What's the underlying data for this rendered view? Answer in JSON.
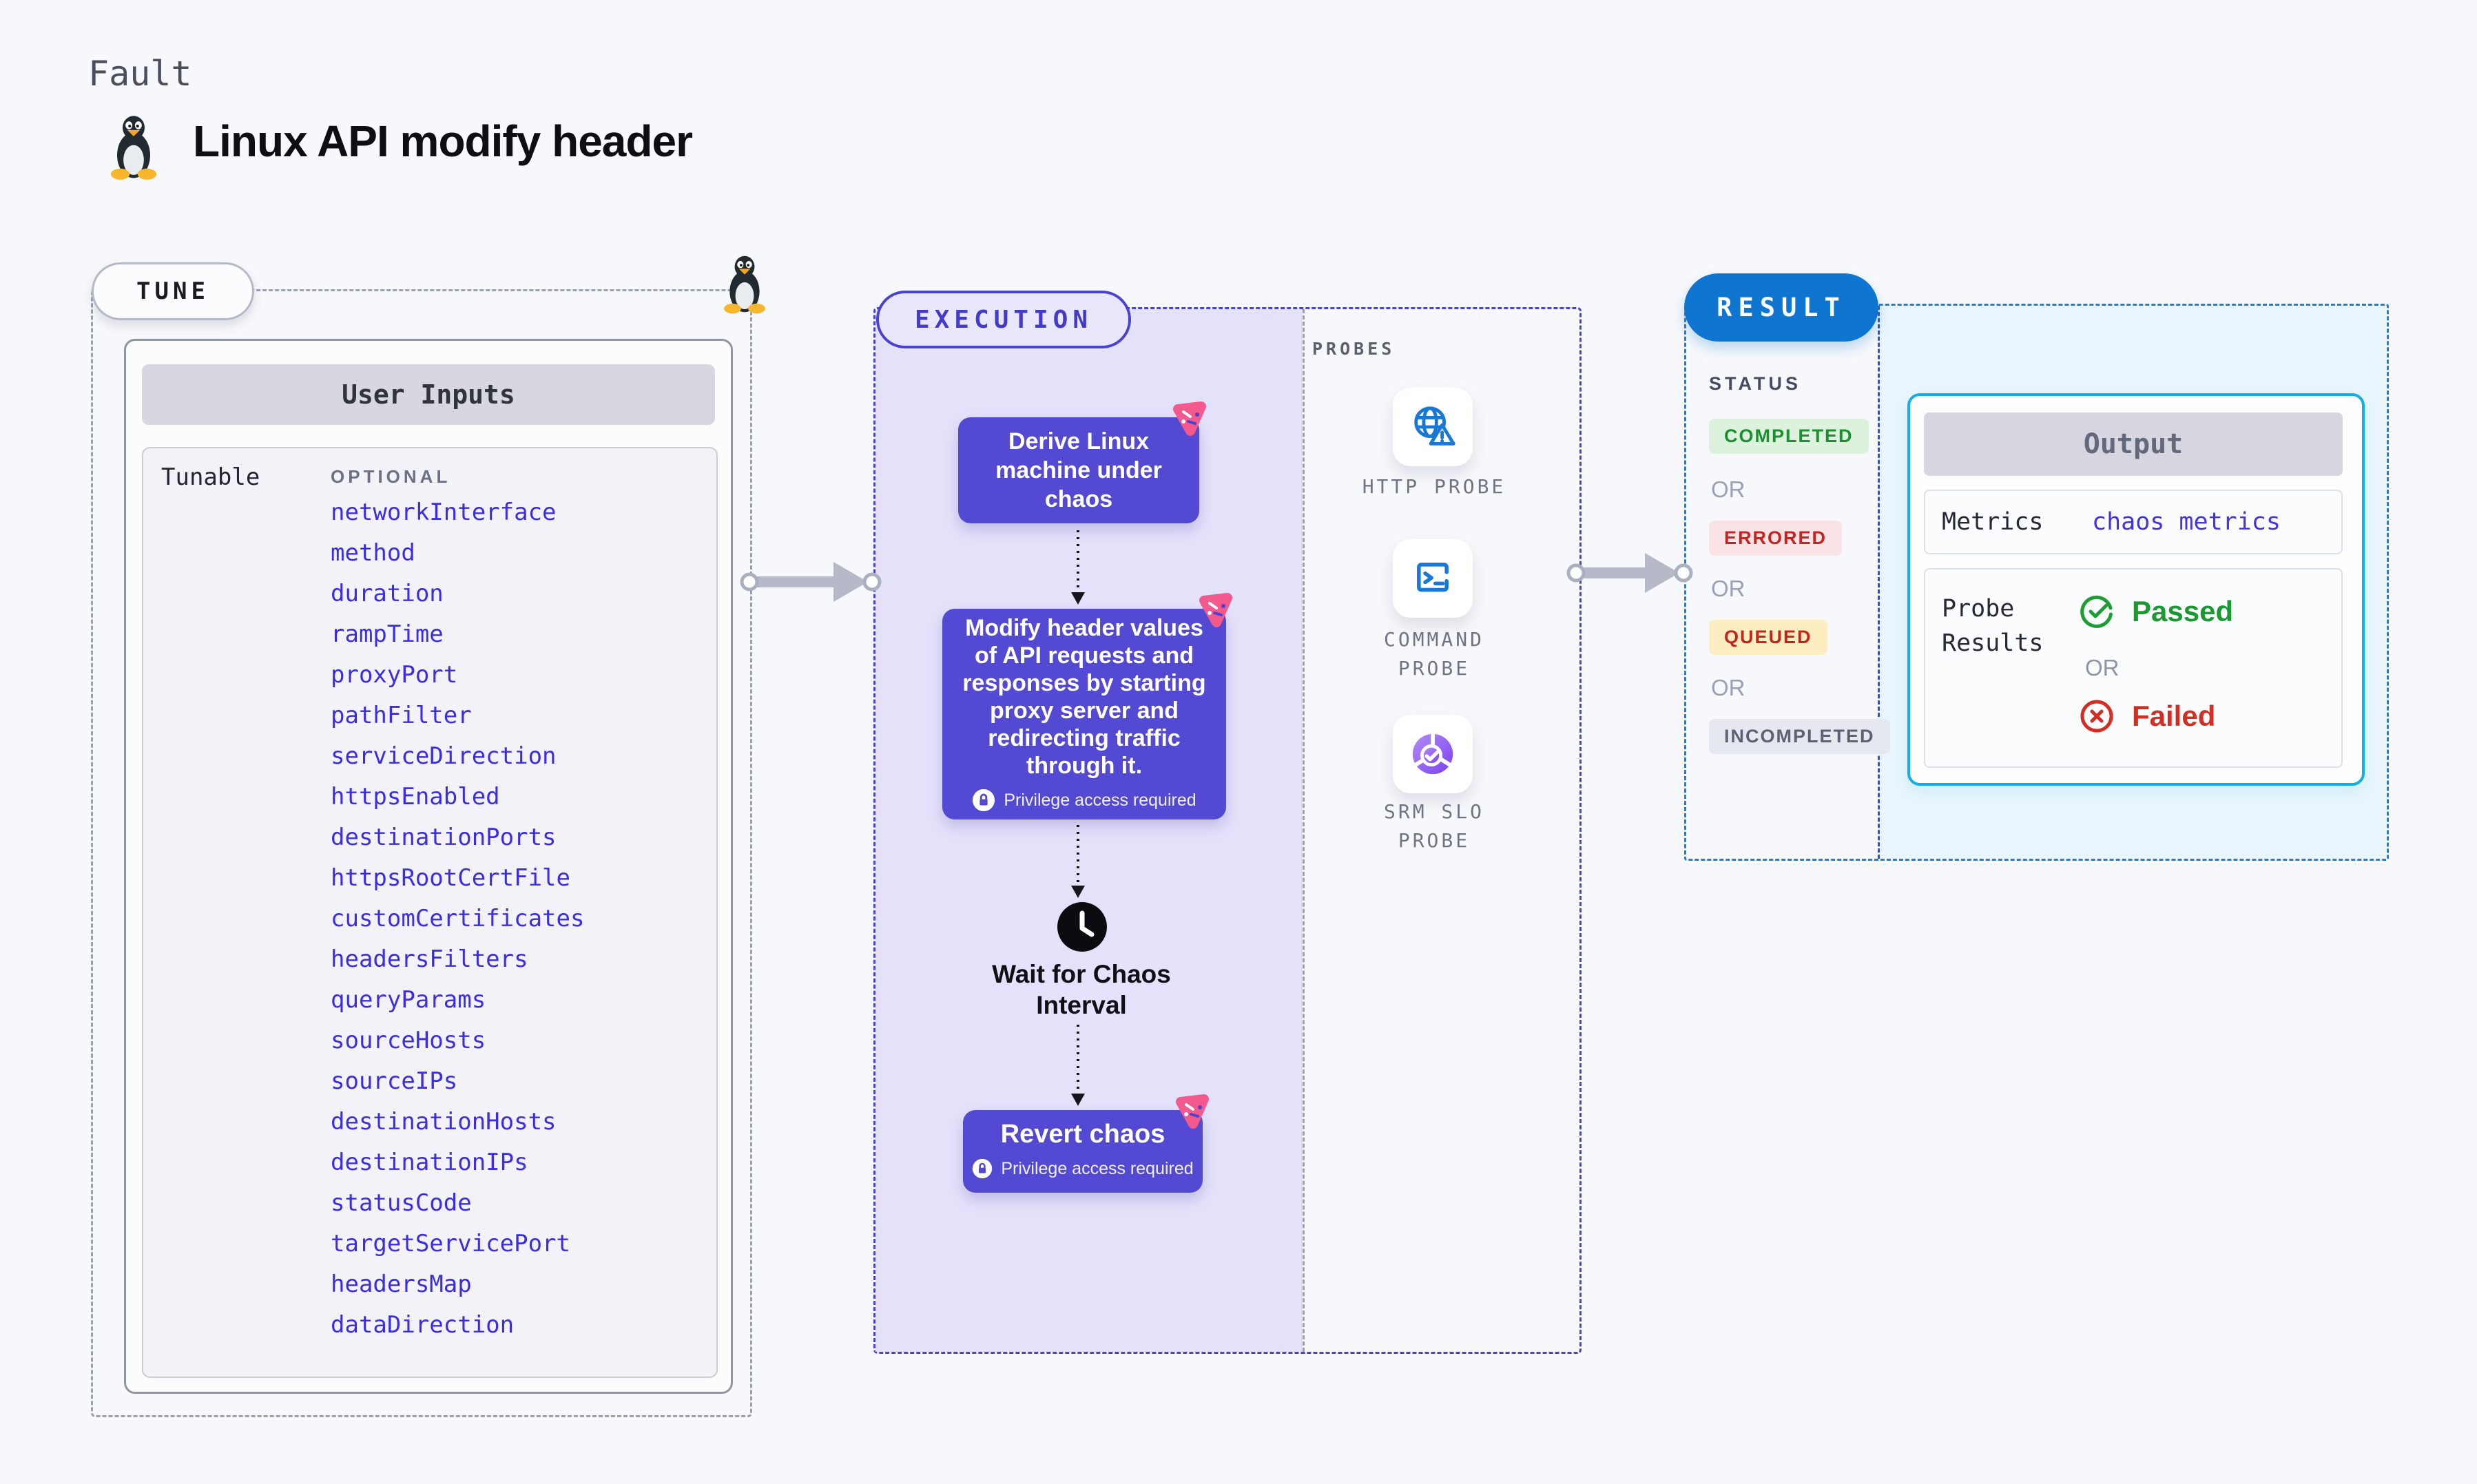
{
  "page": {
    "fault_label": "Fault",
    "title": "Linux API modify header"
  },
  "tune": {
    "badge": "TUNE",
    "user_inputs_header": "User Inputs",
    "tunable_label": "Tunable",
    "optional_label": "OPTIONAL",
    "params": [
      "networkInterface",
      "method",
      "duration",
      "rampTime",
      "proxyPort",
      "pathFilter",
      "serviceDirection",
      "httpsEnabled",
      "destinationPorts",
      "httpsRootCertFile",
      "customCertificates",
      "headersFilters",
      "queryParams",
      "sourceHosts",
      "sourceIPs",
      "destinationHosts",
      "destinationIPs",
      "statusCode",
      "targetServicePort",
      "headersMap",
      "dataDirection"
    ]
  },
  "execution": {
    "badge": "EXECUTION",
    "step_derive": "Derive Linux machine under chaos",
    "step_modify": "Modify header values of API requests and responses by starting proxy server and redirecting traffic through it.",
    "privilege_note": "Privilege access required",
    "step_wait": "Wait for Chaos Interval",
    "step_revert": "Revert chaos"
  },
  "probes": {
    "label": "PROBES",
    "items": [
      {
        "name": "HTTP PROBE",
        "icon": "globe-alert-icon"
      },
      {
        "name": "COMMAND PROBE",
        "icon": "terminal-icon"
      },
      {
        "name": "SRM SLO PROBE",
        "icon": "slo-donut-icon"
      }
    ]
  },
  "result": {
    "badge": "RESULT",
    "status_label": "STATUS",
    "or_label": "OR",
    "statuses": [
      "COMPLETED",
      "ERRORED",
      "QUEUED",
      "INCOMPLETED"
    ],
    "output": {
      "header": "Output",
      "metrics_label": "Metrics",
      "metrics_value": "chaos metrics",
      "probe_results_label": "Probe Results",
      "passed_label": "Passed",
      "failed_label": "Failed"
    }
  },
  "colors": {
    "accent_indigo": "#4b43cf",
    "box_purple": "#5449d2",
    "result_blue": "#0e76d0",
    "output_border_cyan": "#12aee6",
    "param_blue": "#3b2ee2",
    "chaos_pink": "#f4598e",
    "passed_green": "#1d9e33",
    "failed_red": "#d32d24",
    "lavender_bg": "#e4e2fa",
    "cyan_bg": "#e9f5fc"
  }
}
